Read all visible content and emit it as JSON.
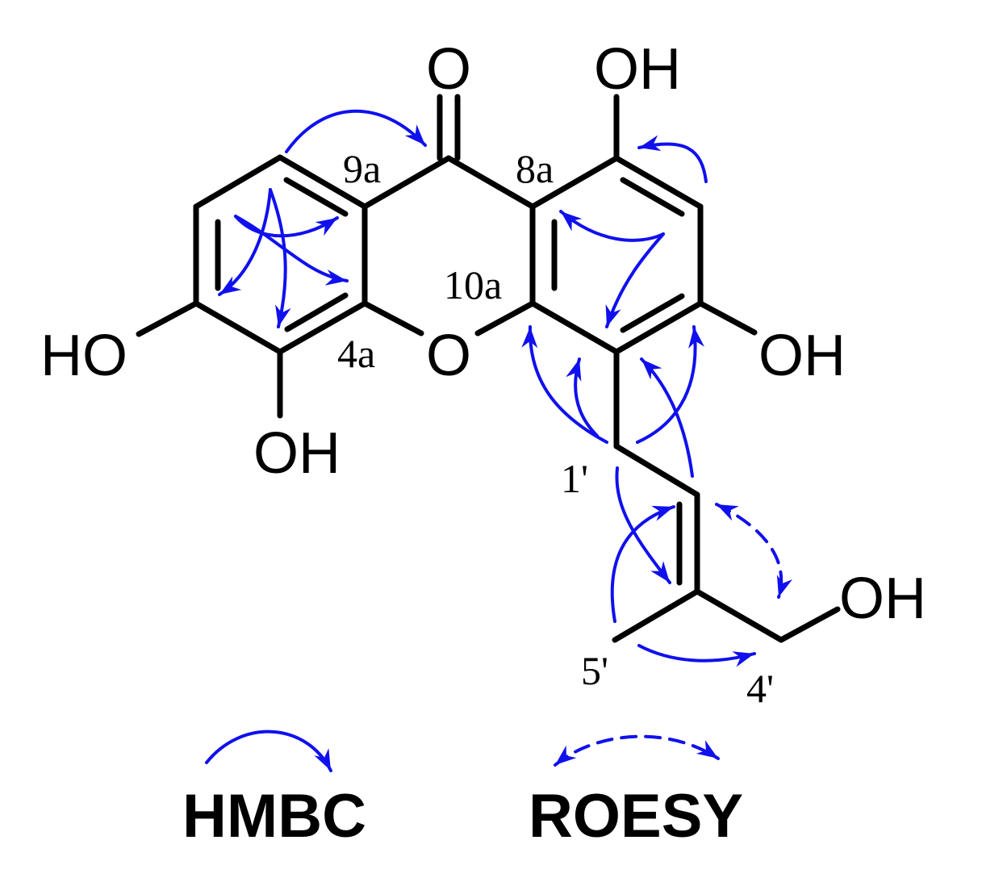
{
  "atoms": {
    "carbonyl_o": "O",
    "ring_o": "O",
    "oh_top_right": "OH",
    "oh_right": "OH",
    "oh_left": "HO",
    "oh_bottom_left": "OH",
    "oh_side_chain": "OH"
  },
  "position_labels": {
    "c9a": "9a",
    "c8a": "8a",
    "c10a": "10a",
    "c4a": "4a",
    "c1p": "1'",
    "c5p": "5'",
    "c4p": "4'"
  },
  "legend": {
    "hmbc_label": "HMBC",
    "roesy_label": "ROESY"
  },
  "colors": {
    "bond": "#000000",
    "correlation_arrow": "#1010ee"
  }
}
